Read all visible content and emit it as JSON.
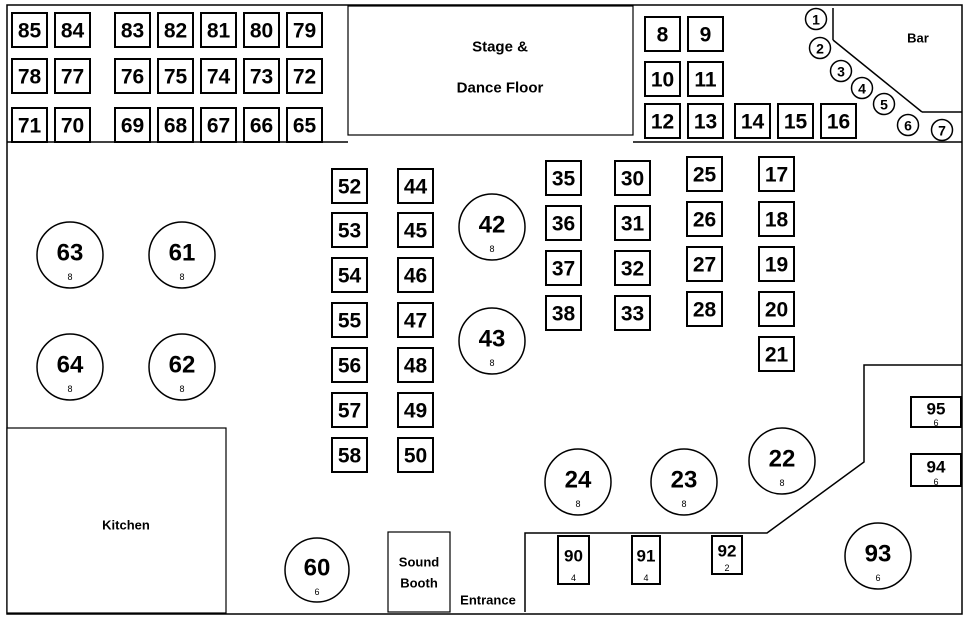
{
  "areas": {
    "stage_line1": "Stage &",
    "stage_line2": "Dance Floor",
    "bar": "Bar",
    "kitchen": "Kitchen",
    "sound_line1": "Sound",
    "sound_line2": "Booth",
    "entrance": "Entrance"
  },
  "bar_seats": [
    "1",
    "2",
    "3",
    "4",
    "5",
    "6",
    "7"
  ],
  "square_tables": [
    "85",
    "84",
    "83",
    "82",
    "81",
    "80",
    "79",
    "78",
    "77",
    "76",
    "75",
    "74",
    "73",
    "72",
    "71",
    "70",
    "69",
    "68",
    "67",
    "66",
    "65",
    "8",
    "9",
    "10",
    "11",
    "12",
    "13",
    "14",
    "15",
    "16",
    "52",
    "53",
    "54",
    "55",
    "56",
    "57",
    "58",
    "44",
    "45",
    "46",
    "47",
    "48",
    "49",
    "50",
    "35",
    "36",
    "37",
    "38",
    "30",
    "31",
    "32",
    "33",
    "25",
    "26",
    "27",
    "28",
    "17",
    "18",
    "19",
    "20",
    "21"
  ],
  "round_tables": [
    {
      "num": "63",
      "cap": "8"
    },
    {
      "num": "61",
      "cap": "8"
    },
    {
      "num": "64",
      "cap": "8"
    },
    {
      "num": "62",
      "cap": "8"
    },
    {
      "num": "42",
      "cap": "8"
    },
    {
      "num": "43",
      "cap": "8"
    },
    {
      "num": "24",
      "cap": "8"
    },
    {
      "num": "23",
      "cap": "8"
    },
    {
      "num": "22",
      "cap": "8"
    },
    {
      "num": "60",
      "cap": "6"
    },
    {
      "num": "93",
      "cap": "6"
    }
  ],
  "small_tables": [
    {
      "num": "90",
      "cap": "4"
    },
    {
      "num": "91",
      "cap": "4"
    },
    {
      "num": "92",
      "cap": "2"
    },
    {
      "num": "95",
      "cap": "6"
    },
    {
      "num": "94",
      "cap": "6"
    }
  ]
}
